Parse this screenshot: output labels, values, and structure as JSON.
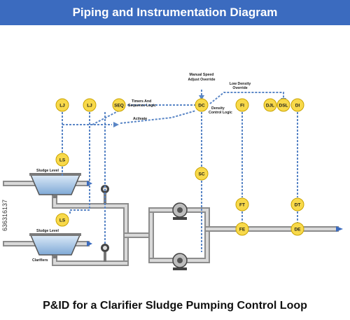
{
  "header": {
    "title": "Piping and Instrumentation Diagram"
  },
  "caption": "P&ID  for a Clarifier Sludge Pumping Control Loop",
  "stock_id": "636316137",
  "colors": {
    "banner": "#3b6bbf",
    "instrument_fill": "#f8d94a",
    "signal_line": "#5a86c6",
    "pipe": "#8c8c8c"
  },
  "instruments": {
    "lj_1": "LJ",
    "lj_2": "LJ",
    "seq": "SEQ",
    "dc": "DC",
    "fi": "FI",
    "djl": "DJL",
    "dsl": "DSL",
    "di": "DI",
    "ls_1": "LS",
    "ls_2": "LS",
    "sc": "SC",
    "ft": "FT",
    "fe": "FE",
    "dt": "DT",
    "de": "DE"
  },
  "notes": {
    "timers_line1": "Timers And",
    "timers_line2": "Sequence Logic",
    "activate": "Activate",
    "manual_line1": "Manual Speed",
    "manual_line2": "Adjust Override",
    "density_logic_line1": "Density",
    "density_logic_line2": "Control Logic",
    "low_density_line1": "Low Density",
    "low_density_line2": "Override",
    "sludge_level_1": "Sludge Level",
    "sludge_level_2": "Sludge Level",
    "clarifiers": "Clarifiers"
  }
}
